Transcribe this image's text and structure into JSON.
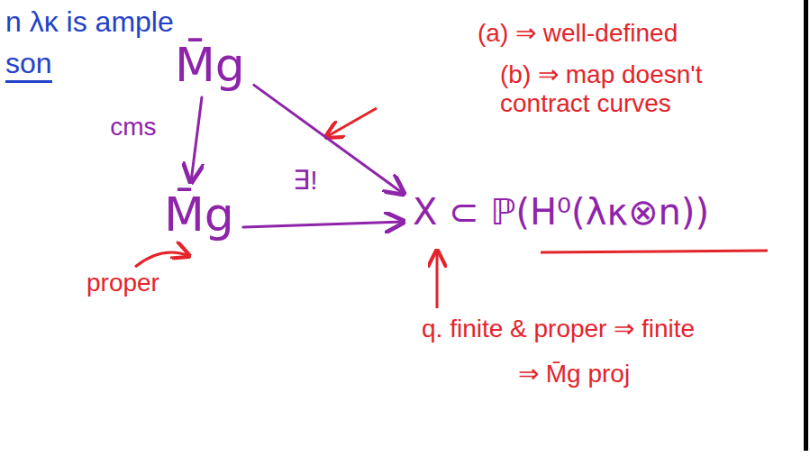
{
  "diagram": {
    "nodes": [
      {
        "text": [
          "M̄g"
        ]
      },
      {
        "text": [
          "M̄g"
        ]
      },
      {
        "text": [
          "X ⊂ ℙ(H⁰(λκ⊗n))"
        ]
      }
    ],
    "edges": [
      {
        "from": 0,
        "to": 1,
        "label": "cms",
        "arrow": "to"
      },
      {
        "from": 0,
        "to": 2,
        "arrow": "to"
      },
      {
        "from": 1,
        "to": 2,
        "label": "∃!",
        "arrow": "to"
      }
    ],
    "labels": [
      "n λκ is ample",
      "son",
      "(a) ⇒ well-defined",
      "(b) ⇒ map doesn't contract curves",
      "proper",
      "q. finite & proper ⇒ finite",
      "⇒ M̄g proj"
    ]
  }
}
